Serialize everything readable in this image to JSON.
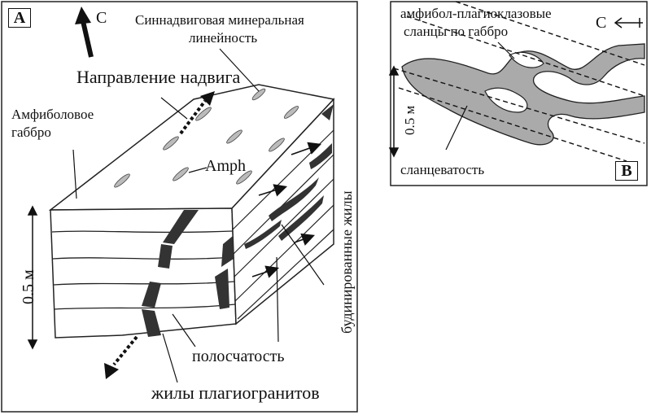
{
  "panel_a": {
    "tag": "A",
    "north": "С",
    "labels": {
      "lineation": "Синнадвиговая минеральная",
      "lineation2": "линейность",
      "thrust": "Направление надвига",
      "gabbro": "Амфиболовое",
      "gabbro2": "габбро",
      "amph": "Amph",
      "boudins": "будинированные жилы",
      "scale": "0.5 м",
      "banding": "полосчатость",
      "veins": "жилы плагиогранитов"
    }
  },
  "panel_b": {
    "tag": "B",
    "north": "С",
    "labels": {
      "schists": "амфибол-плагиоклазовые",
      "schists2": "сланцы по габбро",
      "scale": "0.5 м",
      "foliation": "сланцеватость"
    }
  },
  "colors": {
    "frame": "#222222",
    "vein": "#333333",
    "lens": "#b8b8b8",
    "band": "#a8a8a8"
  }
}
